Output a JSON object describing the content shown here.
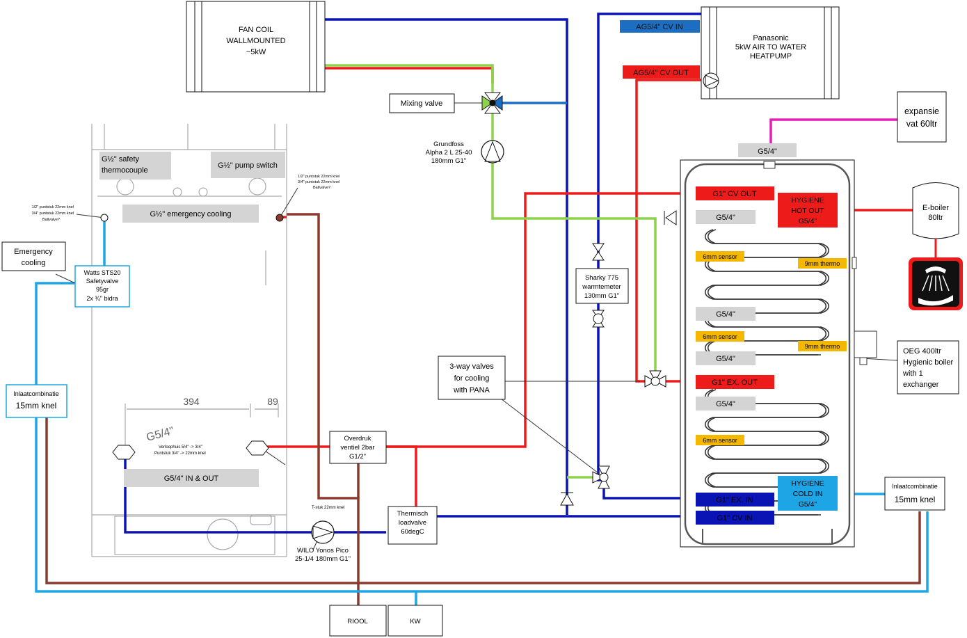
{
  "colors": {
    "blue": "#0a14b4",
    "light_blue": "#1ea5e6",
    "red": "#ee1b1b",
    "green": "#8cd24b",
    "brown": "#8b3a2e",
    "magenta": "#e61eb4",
    "sensor": "#f5b800",
    "gray_label": "#d4d4d4",
    "cv_in_label": "#1b6ec2"
  },
  "fan_coil": {
    "line1": "FAN COIL",
    "line2": "WALLMOUNTED",
    "line3": "~5kW"
  },
  "heatpump": {
    "line1": "Panasonic",
    "line2": "5kW AIR TO WATER",
    "line3": "HEATPUMP",
    "cv_in": "AG5/4\" CV IN",
    "cv_out": "AG5/4\" CV OUT"
  },
  "mixing_valve": "Mixing valve",
  "grundfoss": {
    "line1": "Grundfoss",
    "line2": "Alpha 2 L 25-40",
    "line3": "180mm G1\""
  },
  "expansion": {
    "line1": "expansie",
    "line2": "vat 60ltr"
  },
  "eboiler": {
    "line1": "E-boiler",
    "line2": "80ltr"
  },
  "oeg": {
    "line1": "OEG 400ltr",
    "line2": "Hygienic boiler",
    "line3": "with 1",
    "line4": "exchanger"
  },
  "sharky": {
    "line1": "Sharky 775",
    "line2": "warmtemeter",
    "line3": "130mm G1\""
  },
  "three_way": {
    "line1": "3-way valves",
    "line2": "for cooling",
    "line3": "with PANA"
  },
  "overdruk": {
    "line1": "Overdruk",
    "line2": "ventiel 2bar",
    "line3": "G1/2\""
  },
  "thermisch": {
    "line1": "Thermisch",
    "line2": "loadvalve",
    "line3": "60degC"
  },
  "wilo": {
    "line1": "WILO Yonos Pico",
    "line2": "25-1/4  180mm G1\""
  },
  "t_stuk": "T-stuk 22mm knel",
  "riool": "RIOOL",
  "kw": "KW",
  "emergency": {
    "line1": "Emergency",
    "line2": "cooling"
  },
  "watts": {
    "line1": "Watts STS20",
    "line2": "Safetyvalve",
    "line3": "95gr",
    "line4": "2x ¾\" bidra"
  },
  "inlaat_left": {
    "line1": "Inlaatcombinatie",
    "line2": "15mm knel"
  },
  "inlaat_right": {
    "line1": "Inlaatcombinatie",
    "line2": "15mm knel"
  },
  "stove": {
    "safety_thermo_1": "G½\" safety",
    "safety_thermo_2": "thermocouple",
    "pump_switch": "G½\" pump switch",
    "emergency_cooling": "G½\" emergency cooling",
    "in_out": "G5/4\" IN & OUT",
    "dim_394": "394",
    "dim_89": "89",
    "g54": "G5/4\"",
    "verloop_1": "Verloophuis 5/4\" -> 3/4\"",
    "verloop_2": "Puntstuk 3/4\" -> 22mm knel",
    "note_left_1": "1/2\" puntstuk 22mm knel",
    "note_left_2": "3/4\" puntstuk 22mm knel",
    "note_left_3": "Ballvalve?",
    "note_right_1": "1/2\" puntstuk 22mm knel",
    "note_right_2": "3/4\" puntstuk 22mm knel",
    "note_right_3": "Ballvalve?"
  },
  "tank": {
    "top": "G5/4\"",
    "cv_out": "G1\" CV OUT",
    "hyg_hot_1": "HYGIENE",
    "hyg_hot_2": "HOT OUT",
    "hyg_hot_3": "G5/4\"",
    "g54_a": "G5/4\"",
    "sensor_1": "6mm sensor",
    "thermo_1": "9mm thermo",
    "g54_b": "G5/4\"",
    "sensor_2": "6mm sensor",
    "thermo_2": "9mm thermo",
    "g54_c": "G5/4\"",
    "ex_out": "G1\" EX. OUT",
    "g54_d": "G5/4\"",
    "sensor_3": "6mm sensor",
    "hyg_cold_1": "HYGIENE",
    "hyg_cold_2": "COLD IN",
    "hyg_cold_3": "G5/4\"",
    "ex_in": "G1\" EX. IN",
    "cv_in": "G1\" CV IN"
  }
}
